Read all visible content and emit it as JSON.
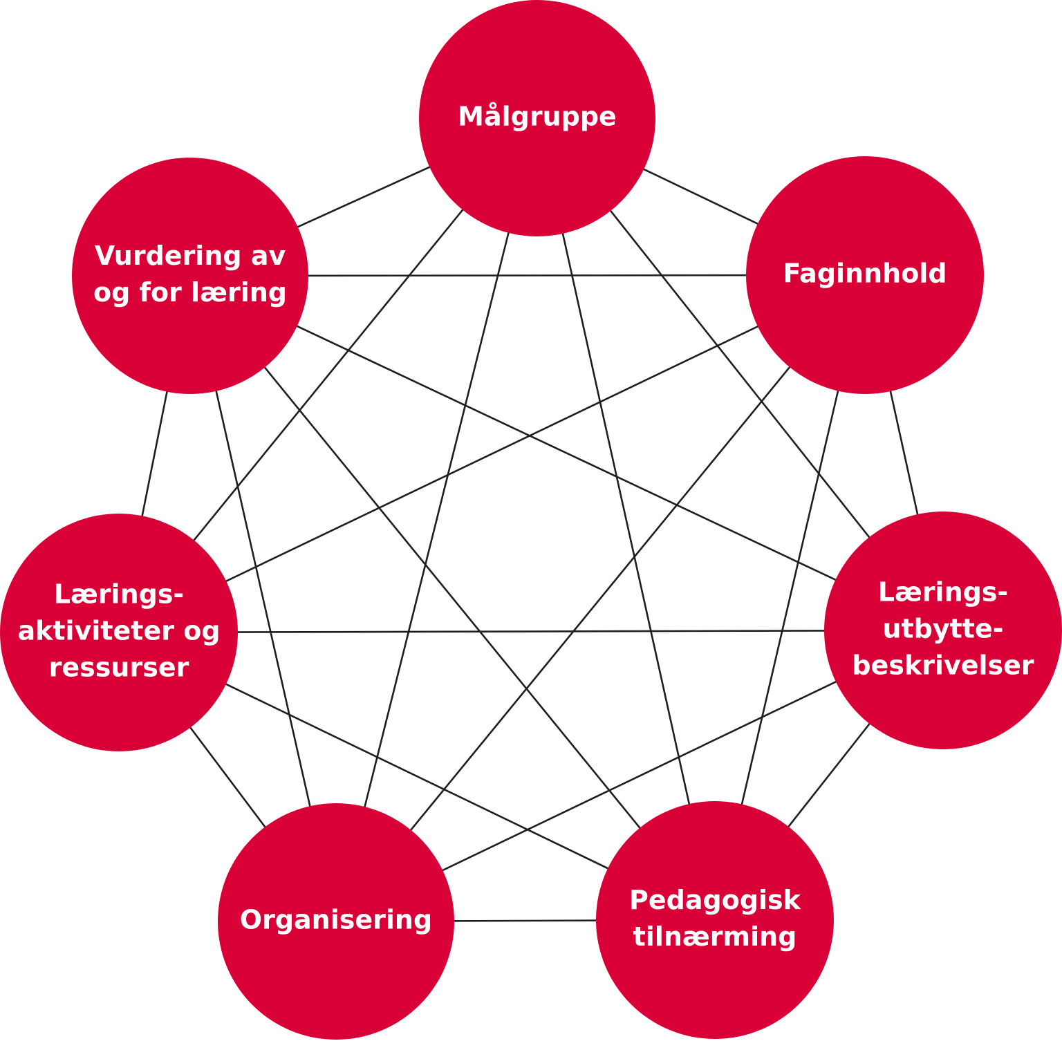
{
  "diagram": {
    "nodes": [
      {
        "id": "malgruppe",
        "lines": [
          "Målgruppe"
        ]
      },
      {
        "id": "faginnhold",
        "lines": [
          "Faginnhold"
        ]
      },
      {
        "id": "laeringsutbytte",
        "lines": [
          "Lærings-",
          "utbytte-",
          "beskrivelser"
        ]
      },
      {
        "id": "pedagogisk",
        "lines": [
          "Pedagogisk",
          "tilnærming"
        ]
      },
      {
        "id": "organisering",
        "lines": [
          "Organisering"
        ]
      },
      {
        "id": "laeringsaktiviteter",
        "lines": [
          "Lærings-",
          "aktiviteter og",
          "ressurser"
        ]
      },
      {
        "id": "vurdering",
        "lines": [
          "Vurdering av",
          "og for læring"
        ]
      }
    ],
    "fully_connected": true,
    "colors": {
      "node_fill": "#d80036",
      "node_text": "#ffffff",
      "edge": "#1e1e1e"
    }
  }
}
